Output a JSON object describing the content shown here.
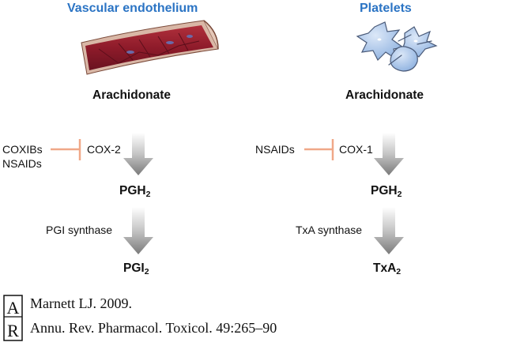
{
  "left": {
    "heading": "Vascular endothelium",
    "substrate": "Arachidonate",
    "inhibitors": [
      "COXIBs",
      "NSAIDs"
    ],
    "enzyme1": "COX-2",
    "intermediate": {
      "base": "PGH",
      "sub": "2"
    },
    "enzyme2": "PGI synthase",
    "product": {
      "base": "PGI",
      "sub": "2"
    }
  },
  "right": {
    "heading": "Platelets",
    "substrate": "Arachidonate",
    "inhibitors": [
      "NSAIDs"
    ],
    "enzyme1": "COX-1",
    "intermediate": {
      "base": "PGH",
      "sub": "2"
    },
    "enzyme2": "TxA synthase",
    "product": {
      "base": "TxA",
      "sub": "2"
    }
  },
  "citation": {
    "logo_text": "AR",
    "line1": "Marnett LJ. 2009.",
    "line2": "Annu. Rev. Pharmacol. Toxicol. 49:265–90"
  },
  "colors": {
    "heading": "#2b74c4",
    "vessel": "#8e1b2a",
    "platelet": "#a9c6ea",
    "inhibitor_bar": "#f0a888",
    "arrow": "#8a8a8a"
  }
}
